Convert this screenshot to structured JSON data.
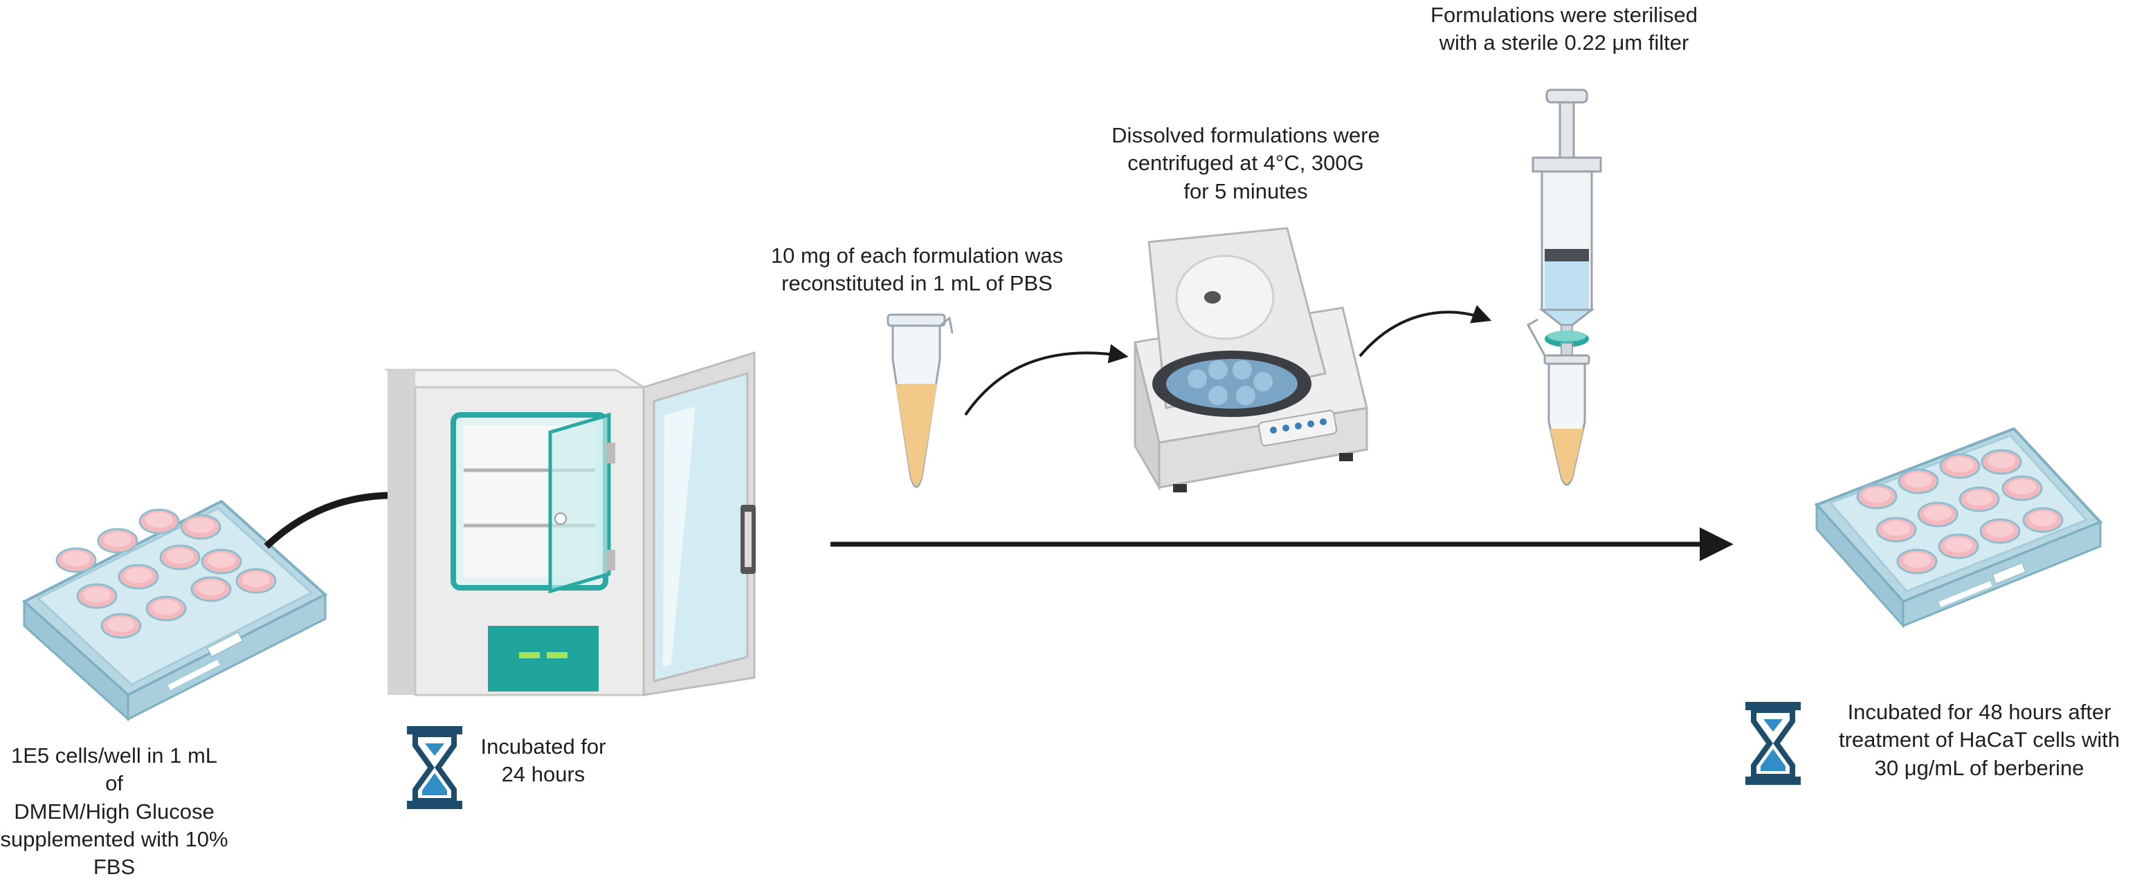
{
  "colors": {
    "teal": "#2aa9a2",
    "hourglass_frame": "#1e4d6b",
    "hourglass_sand": "#2f8ec5",
    "arrow": "#1a1a1a",
    "well_pink": "#f4b9bf",
    "plate_blue": "#d4eaf1",
    "liquid_yellow": "#f3c98a"
  },
  "steps": {
    "seeding": {
      "label_lines": [
        "1E5 cells/well in 1 mL of",
        "DMEM/High Glucose",
        "supplemented with 10% FBS"
      ],
      "icon": "well-plate-icon"
    },
    "incubation_24h": {
      "label_lines": [
        "Incubated for",
        "24 hours"
      ],
      "icons": [
        "incubator-icon",
        "hourglass-icon"
      ]
    },
    "reconstitution": {
      "label_lines": [
        "10 mg of each formulation was",
        "reconstituted in 1 mL of PBS"
      ],
      "icon": "microtube-icon"
    },
    "centrifugation": {
      "label_lines": [
        "Dissolved formulations were",
        "centrifuged at 4°C, 300G",
        "for 5 minutes"
      ],
      "icon": "centrifuge-icon"
    },
    "sterilisation": {
      "label_lines": [
        "Formulations were sterilised",
        "with a sterile 0.22 μm filter"
      ],
      "icon": "syringe-filter-icon"
    },
    "incubation_48h": {
      "label_lines": [
        "Incubated for 48 hours after",
        "treatment of HaCaT cells with",
        "30 μg/mL of berberine"
      ],
      "icons": [
        "well-plate-icon",
        "hourglass-icon"
      ]
    }
  }
}
